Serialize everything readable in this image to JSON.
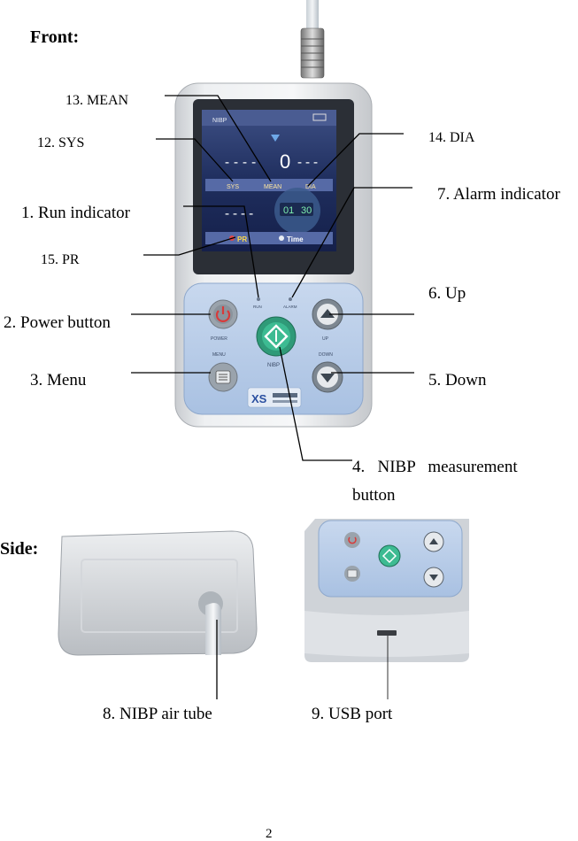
{
  "headings": {
    "front": "Front:",
    "side": "Side:"
  },
  "callouts": {
    "mean": "13. MEAN",
    "sys": "12. SYS",
    "dia": "14. DIA",
    "run_indicator": "1. Run indicator",
    "alarm_indicator": "7. Alarm indicator",
    "pr": "15. PR",
    "up": "6. Up",
    "power_button": "2. Power button",
    "menu": "3. Menu",
    "down": "5. Down",
    "nibp_button_line1": "4.   NIBP   measurement",
    "nibp_button_line2": "button",
    "air_tube": "8. NIBP air tube",
    "usb_port": "9. USB port"
  },
  "device": {
    "screen_mode": "NIBP",
    "screen_reading": "0",
    "screen_sys": "SYS",
    "screen_mean": "MEAN",
    "screen_dia": "DIA",
    "screen_pr": "PR",
    "screen_time_label": "Time",
    "screen_time_hh": "01",
    "screen_time_mm": "30",
    "btn_power": "POWER",
    "btn_menu": "MENU",
    "btn_up": "UP",
    "btn_down": "DOWN",
    "btn_nibp": "NIBP",
    "led_run": "RUN",
    "led_alarm": "ALARM",
    "brand": "XS"
  },
  "page_number": "2"
}
